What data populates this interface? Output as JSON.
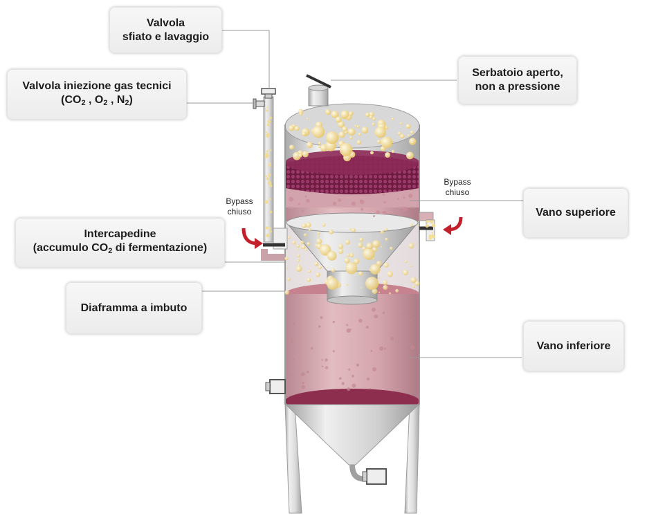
{
  "labels": {
    "valvola_sfiato": {
      "line1": "Valvola",
      "line2": "sfiato e lavaggio"
    },
    "valvola_iniezione": {
      "line1": "Valvola iniezione gas tecnici",
      "line2": {
        "open": "(CO",
        "sub1": "2",
        "mid1": " , O",
        "sub2": "2",
        "mid2": " , N",
        "sub3": "2",
        "close": ")"
      }
    },
    "serbatoio": {
      "line1": "Serbatoio aperto,",
      "line2": "non a pressione"
    },
    "vano_superiore": {
      "text": "Vano superiore"
    },
    "intercapedine": {
      "line1": "Intercapedine",
      "line2": {
        "before": "(accumulo CO",
        "sub": "2",
        "after": " di fermentazione)"
      }
    },
    "diaframma": {
      "text": "Diaframma a imbuto"
    },
    "vano_inferiore": {
      "text": "Vano inferiore"
    },
    "bypass_left": {
      "line1": "Bypass",
      "line2": "chiuso"
    },
    "bypass_right": {
      "line1": "Bypass",
      "line2": "chiuso"
    }
  },
  "colors": {
    "steel_light": "#ededed",
    "steel_dark": "#b9b9b9",
    "wine_light": "#d9b0b6",
    "wine_mid": "#c48e99",
    "grape_skin": "#7a1f48",
    "bubble": "#f3dc8e",
    "arrow": "#c2202a",
    "leader_line": "#9a9a9a"
  }
}
